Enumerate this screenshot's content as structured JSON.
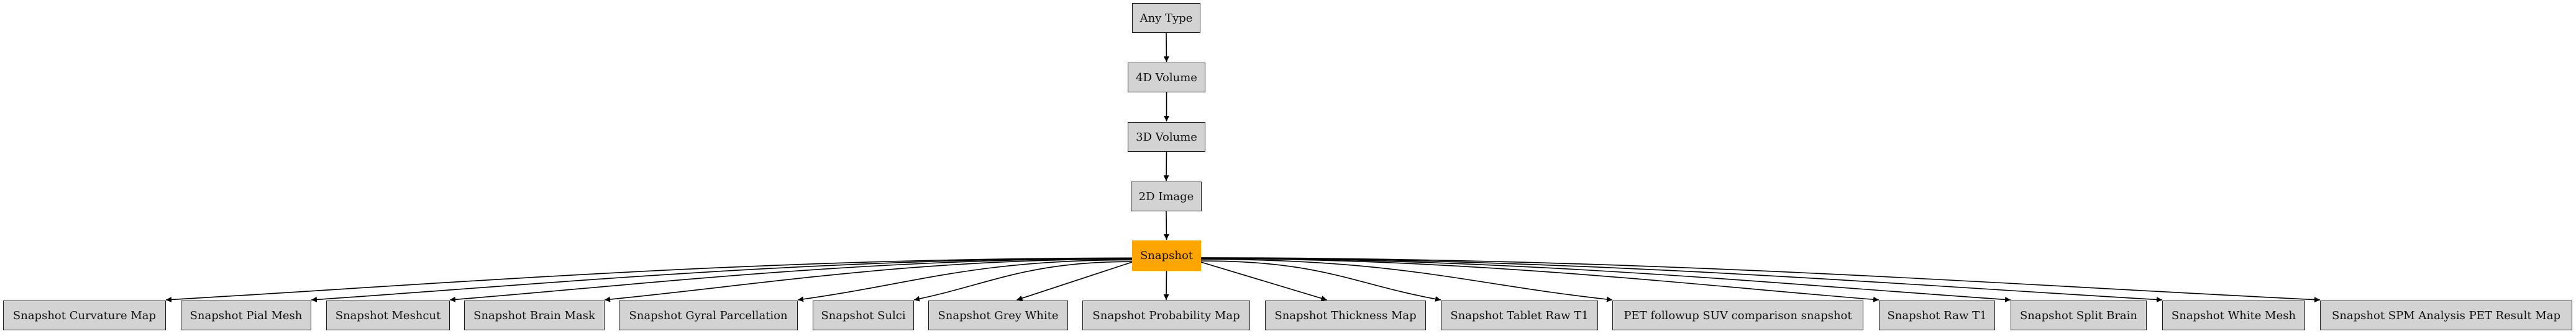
{
  "diagram": {
    "type": "type-hierarchy",
    "highlight_color": "#ffa500",
    "node_color": "#d3d3d3",
    "chain": [
      {
        "id": "any_type",
        "label": "Any Type"
      },
      {
        "id": "volume_4d",
        "label": "4D Volume"
      },
      {
        "id": "volume_3d",
        "label": "3D Volume"
      },
      {
        "id": "image_2d",
        "label": "2D Image"
      },
      {
        "id": "snapshot",
        "label": "Snapshot",
        "highlighted": true
      }
    ],
    "children": [
      {
        "id": "snapshot_curvature_map",
        "label": "Snapshot Curvature Map"
      },
      {
        "id": "snapshot_pial_mesh",
        "label": "Snapshot Pial Mesh"
      },
      {
        "id": "snapshot_meshcut",
        "label": "Snapshot Meshcut"
      },
      {
        "id": "snapshot_brain_mask",
        "label": "Snapshot Brain Mask"
      },
      {
        "id": "snapshot_gyral_parcellation",
        "label": "Snapshot Gyral Parcellation"
      },
      {
        "id": "snapshot_sulci",
        "label": "Snapshot Sulci"
      },
      {
        "id": "snapshot_grey_white",
        "label": "Snapshot Grey White"
      },
      {
        "id": "snapshot_probability_map",
        "label": "Snapshot Probability Map"
      },
      {
        "id": "snapshot_thickness_map",
        "label": "Snapshot Thickness Map"
      },
      {
        "id": "snapshot_tablet_raw_t1",
        "label": "Snapshot Tablet Raw T1"
      },
      {
        "id": "pet_followup_suv_comparison_snapshot",
        "label": "PET followup SUV comparison snapshot"
      },
      {
        "id": "snapshot_raw_t1",
        "label": "Snapshot Raw T1"
      },
      {
        "id": "snapshot_split_brain",
        "label": "Snapshot Split Brain"
      },
      {
        "id": "snapshot_white_mesh",
        "label": "Snapshot White Mesh"
      },
      {
        "id": "snapshot_spm_analysis_pet_result_map",
        "label": "Snapshot SPM Analysis PET Result Map"
      }
    ],
    "edges": [
      [
        "any_type",
        "volume_4d"
      ],
      [
        "volume_4d",
        "volume_3d"
      ],
      [
        "volume_3d",
        "image_2d"
      ],
      [
        "image_2d",
        "snapshot"
      ],
      [
        "snapshot",
        "snapshot_curvature_map"
      ],
      [
        "snapshot",
        "snapshot_pial_mesh"
      ],
      [
        "snapshot",
        "snapshot_meshcut"
      ],
      [
        "snapshot",
        "snapshot_brain_mask"
      ],
      [
        "snapshot",
        "snapshot_gyral_parcellation"
      ],
      [
        "snapshot",
        "snapshot_sulci"
      ],
      [
        "snapshot",
        "snapshot_grey_white"
      ],
      [
        "snapshot",
        "snapshot_probability_map"
      ],
      [
        "snapshot",
        "snapshot_thickness_map"
      ],
      [
        "snapshot",
        "snapshot_tablet_raw_t1"
      ],
      [
        "snapshot",
        "pet_followup_suv_comparison_snapshot"
      ],
      [
        "snapshot",
        "snapshot_raw_t1"
      ],
      [
        "snapshot",
        "snapshot_split_brain"
      ],
      [
        "snapshot",
        "snapshot_white_mesh"
      ],
      [
        "snapshot",
        "snapshot_spm_analysis_pet_result_map"
      ]
    ]
  }
}
